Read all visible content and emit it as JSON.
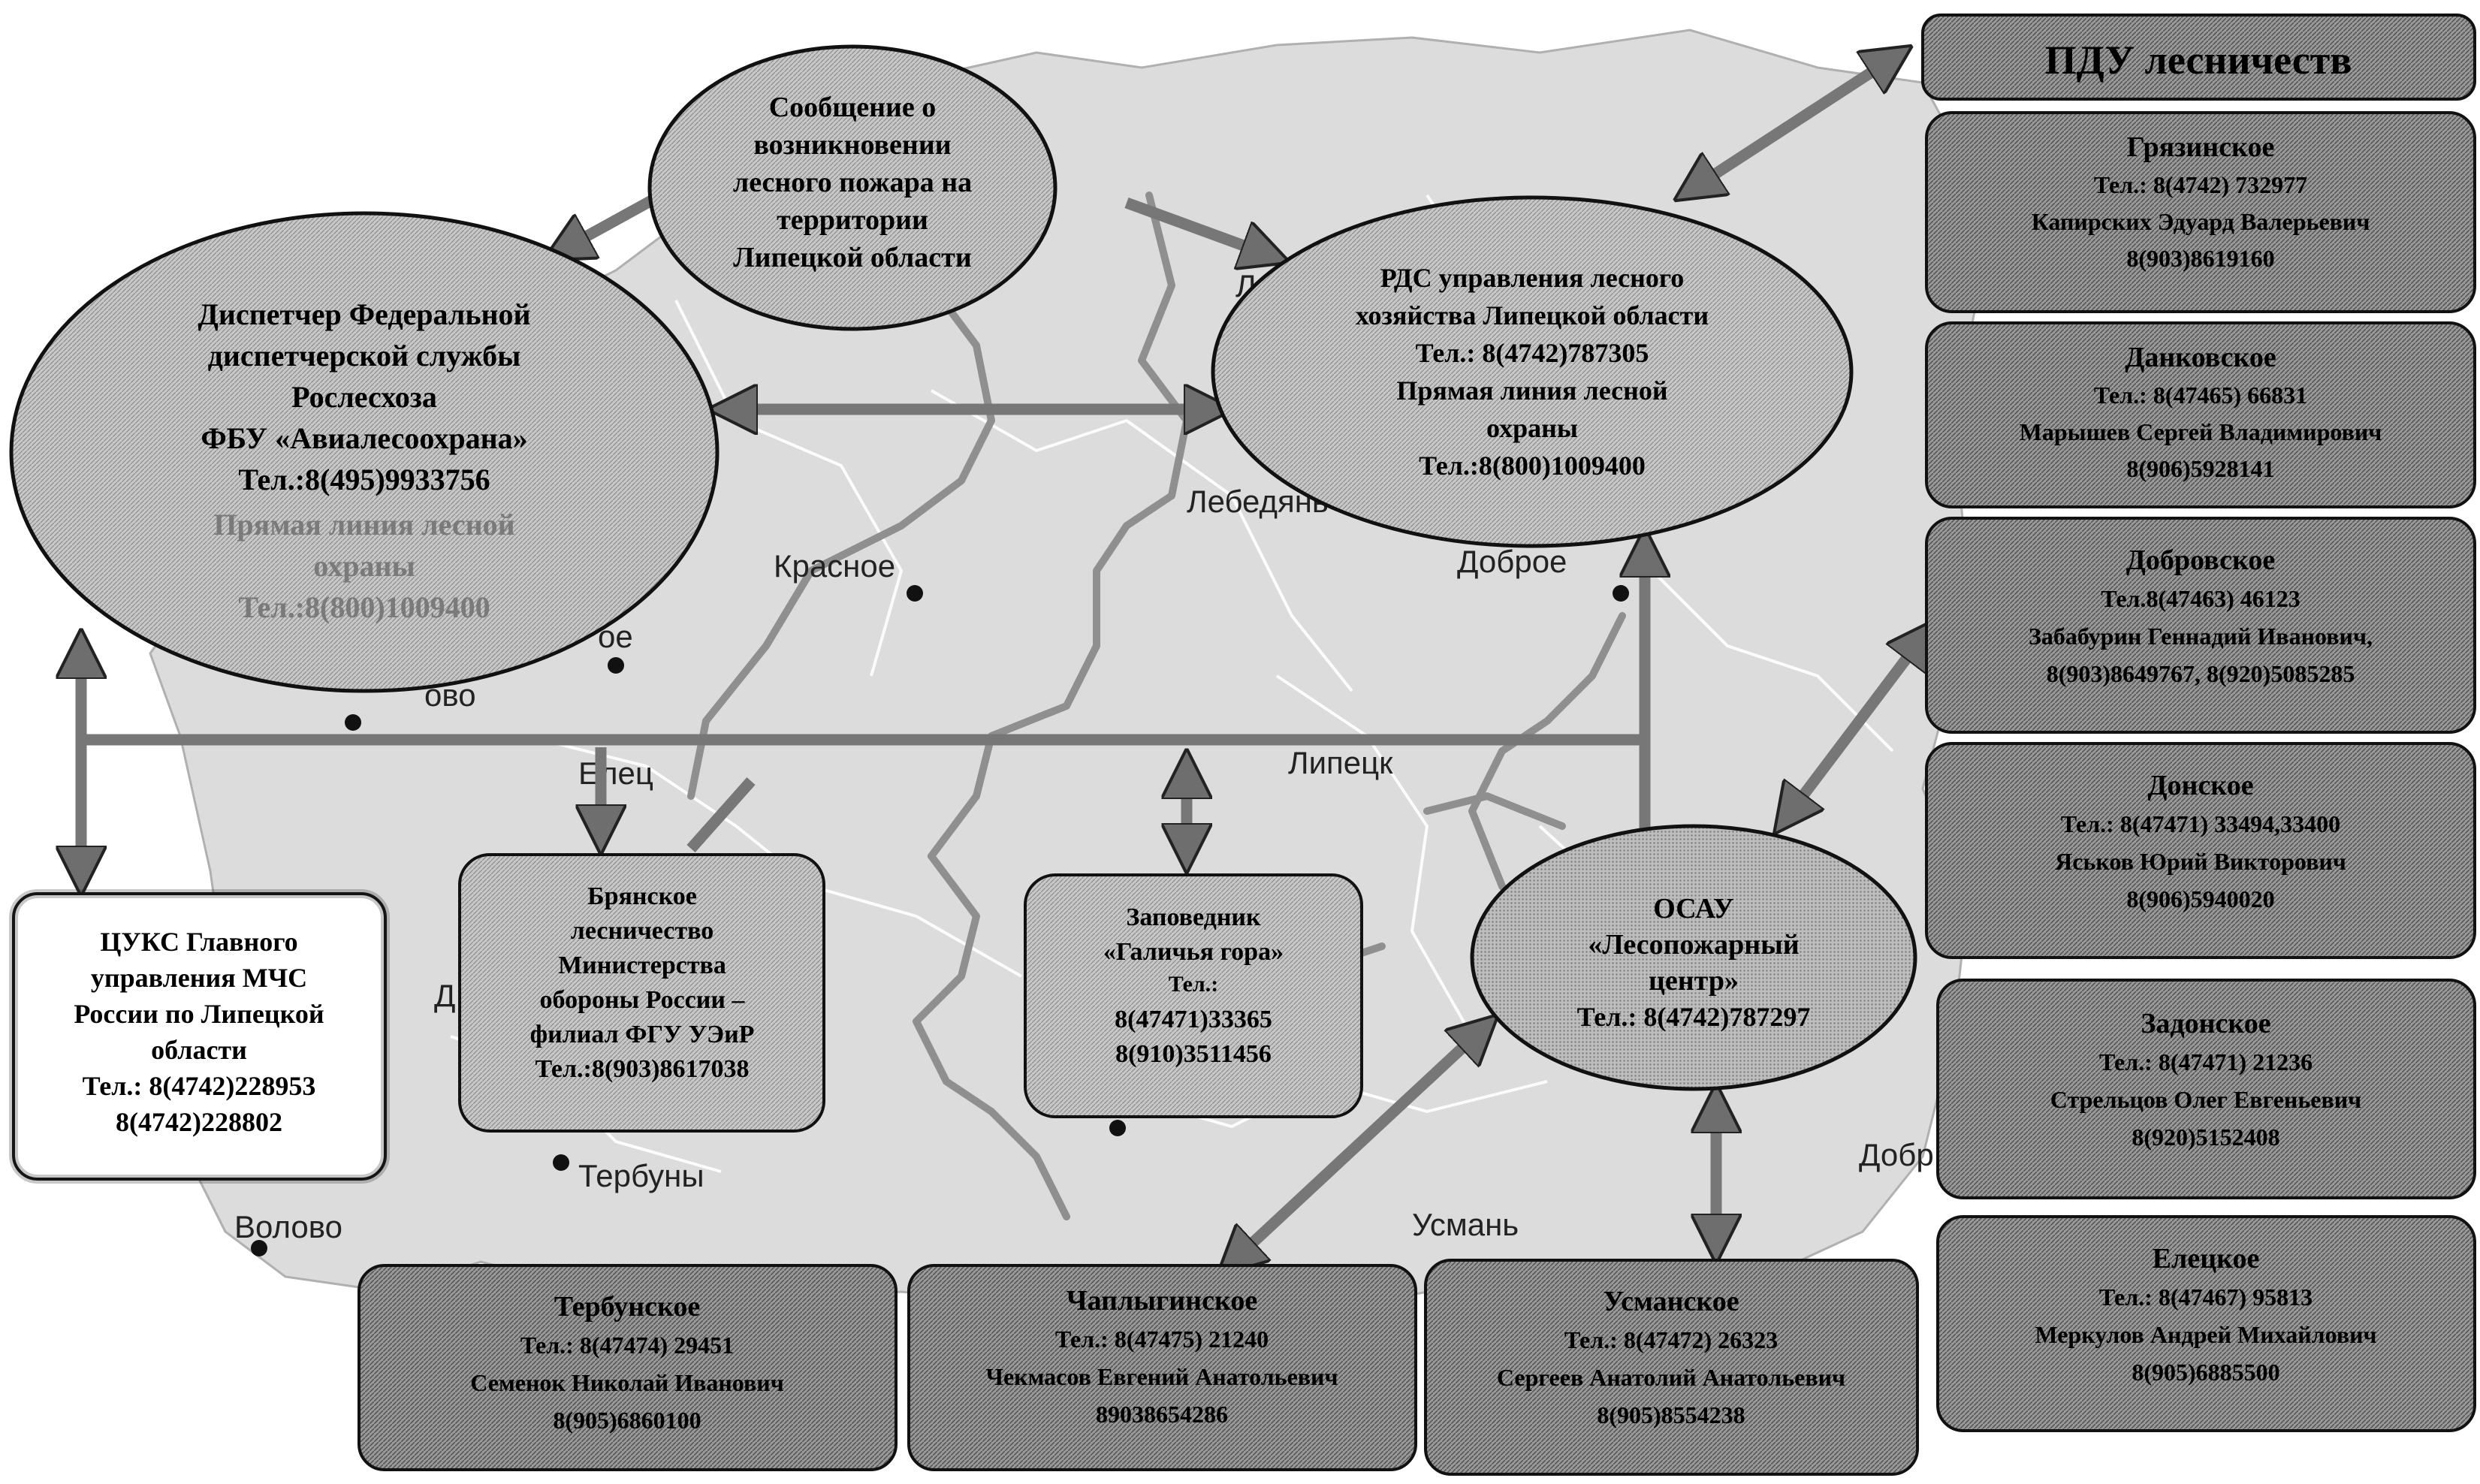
{
  "header": {
    "title": "ПДУ лесничеств"
  },
  "center": {
    "message": [
      "Сообщение о",
      "возникновении",
      "лесного пожара на",
      "территории",
      "Липецкой  области"
    ],
    "federal": [
      "Диспетчер Федеральной",
      "диспетчерской службы",
      "Рослесхоза",
      "ФБУ  «Авиалесоохрана»",
      "Тел.:8(495)9933756"
    ],
    "federal_faded": [
      "Прямая линия лесной",
      "охраны",
      "Тел.:8(800)1009400"
    ],
    "rds": [
      "РДС управления лесного",
      "хозяйства Липецкой области",
      "Тел.: 8(4742)787305",
      "Прямая линия лесной",
      "охраны",
      "Тел.:8(800)1009400"
    ],
    "cuks": [
      "ЦУКС  Главного",
      "управления МЧС",
      "России  по Липецкой",
      "области",
      "Тел.: 8(4742)228953",
      "8(4742)228802"
    ],
    "bryansk": [
      "Брянское",
      "лесничество",
      "Министерства",
      "обороны России –",
      "филиал ФГУ УЭиР",
      "Тел.:8(903)8617038"
    ],
    "zapovednik": [
      "Заповедник",
      "«Галичья гора»",
      "Тел.:",
      "8(47471)33365",
      "8(910)3511456"
    ],
    "osau": [
      "ОСАУ",
      "«Лесопожарный",
      "центр»",
      "Тел.: 8(4742)787297"
    ]
  },
  "right_boxes": [
    {
      "name": "Грязинское",
      "phone": "Тел.: 8(4742) 732977",
      "person": "Капирских Эдуард Валерьевич",
      "mobile": "8(903)8619160"
    },
    {
      "name": "Данковское",
      "phone": "Тел.: 8(47465) 66831",
      "person": "Марышев Сергей Владимирович",
      "mobile": "8(906)5928141"
    },
    {
      "name": "Добровское",
      "phone": "Тел.8(47463) 46123",
      "person": "Забабурин Геннадий Иванович,",
      "mobile": "8(903)8649767, 8(920)5085285"
    },
    {
      "name": "Донское",
      "phone": "Тел.: 8(47471) 33494,33400",
      "person": "Яськов Юрий Викторович",
      "mobile": "8(906)5940020"
    },
    {
      "name": "Задонское",
      "phone": "Тел.: 8(47471) 21236",
      "person": "Стрельцов Олег Евгеньевич",
      "mobile": "8(920)5152408"
    },
    {
      "name": "Елецкое",
      "phone": "Тел.: 8(47467) 95813",
      "person": "Меркулов Андрей Михайлович",
      "mobile": "8(905)6885500"
    }
  ],
  "bottom_boxes": [
    {
      "name": "Тербунское",
      "phone": "Тел.: 8(47474) 29451",
      "person": "Семенок Николай Иванович",
      "mobile": "8(905)6860100"
    },
    {
      "name": "Чаплыгинское",
      "phone": "Тел.: 8(47475) 21240",
      "person": "Чекмасов Евгений Анатольевич",
      "mobile": "89038654286"
    },
    {
      "name": "Усманское",
      "phone": "Тел.: 8(47472) 26323",
      "person": "Сергеев Анатолий Анатольевич",
      "mobile": "8(905)8554238"
    }
  ],
  "map_labels": {
    "lebedyan": "Лебедянь",
    "krasnoe": "Красное",
    "dobroe": "Доброе",
    "elets": "Елец",
    "lipetsk": "Липецк",
    "terbuny": "Тербуны",
    "volovo": "Волово",
    "usman": "Усмань",
    "dobr_partial": "Добр",
    "oe_partial": "ое",
    "ovo_partial": "ово",
    "l_partial": "Л",
    "d_partial": "Д"
  },
  "colors": {
    "box_fill": "#8a8a8a",
    "ellipse_fill": "#b3b3b3",
    "map_fill": "#d9d9d9",
    "arrow": "#777777"
  }
}
